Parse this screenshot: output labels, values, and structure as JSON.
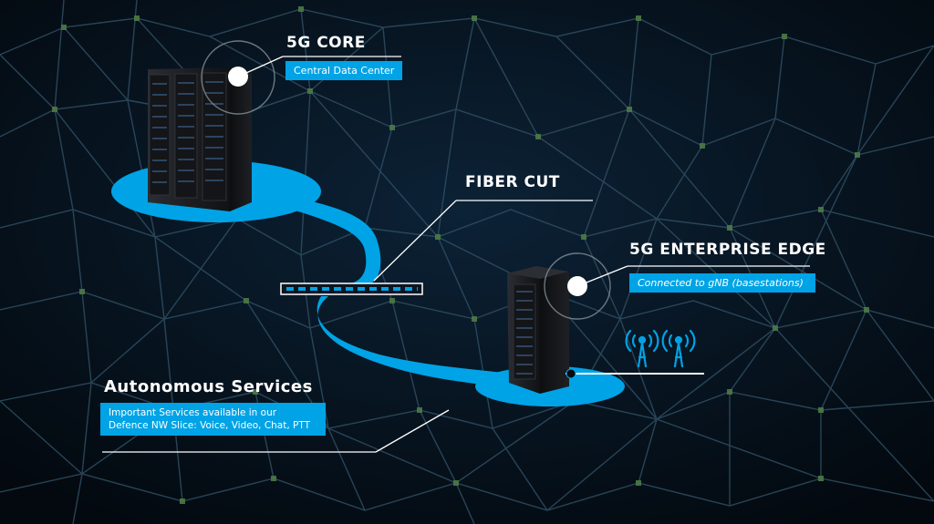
{
  "labels": {
    "core_title": "5G CORE",
    "core_subtitle": "Central Data Center",
    "fiber_title": "FIBER CUT",
    "edge_title": "5G ENTERPRISE EDGE",
    "edge_subtitle": "Connected to gNB (basestations)",
    "services_title": "Autonomous Services",
    "services_line1": "Important Services available in our",
    "services_line2": "Defence NW Slice: Voice, Video, Chat, PTT"
  },
  "colors": {
    "background": "#05101c",
    "accent": "#00a3e6",
    "network_lines": "#2f4e63",
    "network_nodes": "#4d7a45",
    "server_body": "#1b1d21",
    "label_text": "#ffffff"
  },
  "icons": {
    "core": "server-rack-cluster-icon",
    "edge": "server-rack-icon",
    "antenna": "cell-tower-icon"
  }
}
